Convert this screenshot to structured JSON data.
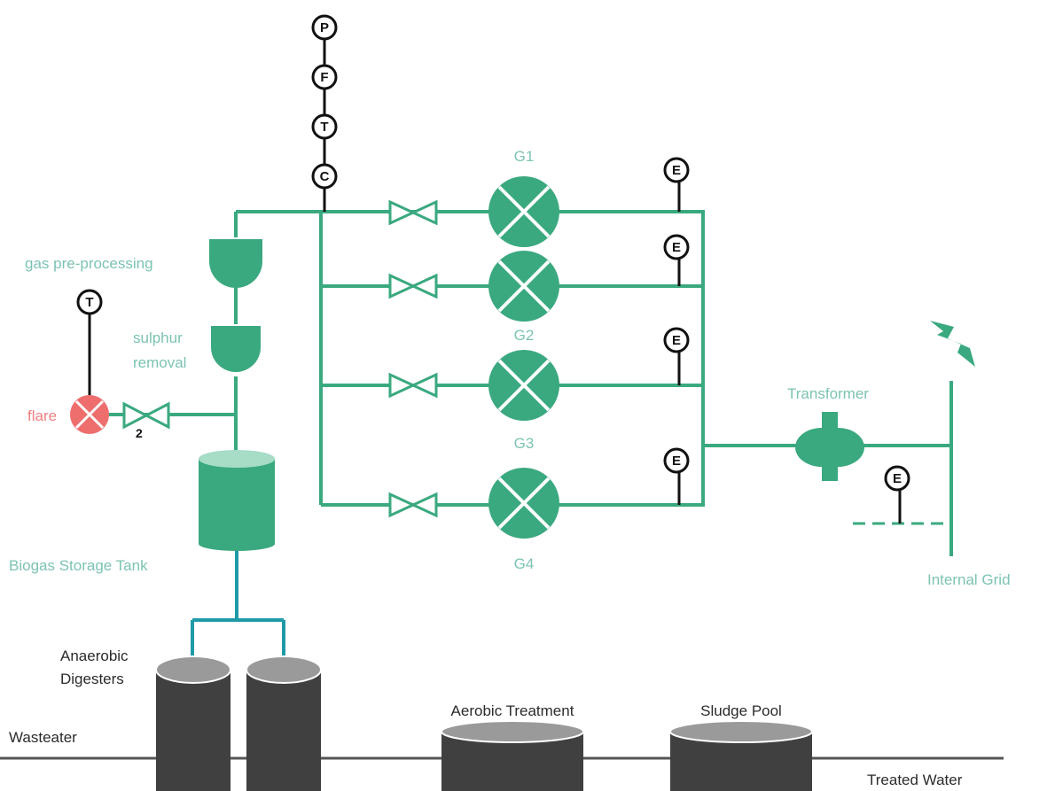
{
  "colors": {
    "green": "#3aa97f",
    "label_green": "#7cc3b3",
    "teal": "#1f9aa8",
    "tank_dark": "#404040",
    "tank_top": "#9a9a9a",
    "flare_red": "#ee6e6e",
    "ground_line": "#555555"
  },
  "labels": {
    "gas_preprocessing": "gas pre-processing",
    "sulphur_line1": "sulphur",
    "sulphur_line2": "removal",
    "flare": "flare",
    "valve_number": "2",
    "biogas_storage": "Biogas Storage Tank",
    "g1": "G1",
    "g2": "G2",
    "g3": "G3",
    "g4": "G4",
    "transformer": "Transformer",
    "internal_grid": "Internal Grid",
    "anaerobic_line1": "Anaerobic",
    "anaerobic_line2": "Digesters",
    "aerobic": "Aerobic Treatment",
    "sludge": "Sludge Pool",
    "wastewater": "Wasteater",
    "treated": "Treated Water"
  },
  "gauges": {
    "pressure": "P",
    "flow": "F",
    "temperature": "T",
    "composition": "C",
    "flare_temperature": "T",
    "energy": "E"
  },
  "icons": {
    "generator": "generator-icon",
    "valve": "valve-icon",
    "lightning": "lightning-icon",
    "transformer": "transformer-icon"
  }
}
